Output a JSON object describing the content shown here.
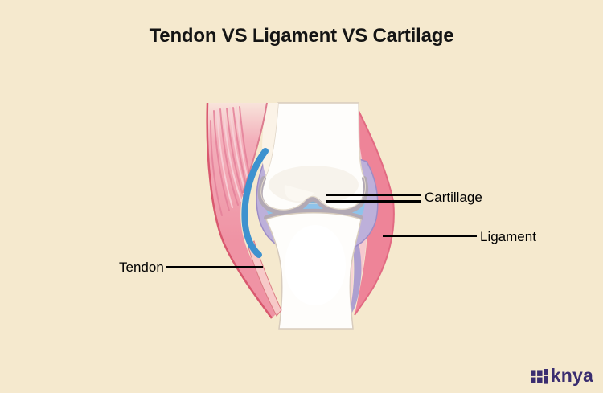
{
  "title": "Tendon VS Ligament VS Cartilage",
  "diagram": {
    "subject": "knee-joint-cross-section",
    "labels": [
      {
        "id": "tendon",
        "text": "Tendon"
      },
      {
        "id": "cartilage",
        "text": "Cartillage"
      },
      {
        "id": "ligament",
        "text": "Ligament"
      }
    ]
  },
  "branding": {
    "logo_text": "knya",
    "logo_icon": "squares-grid-icon"
  },
  "colors": {
    "background": "#F5E9CE",
    "title_text": "#141414",
    "label_text": "#000000",
    "leader_line": "#000000",
    "brand_purple": "#3A2D70",
    "muscle_pink": "#F19DAB",
    "ligament_pink": "#EE8498",
    "capsule_lavender": "#BDB0DA",
    "synovial_blue": "#8FC3EA",
    "tendon_blue": "#3E92CF",
    "bone_white": "#FEFDFB",
    "cartilage_gray": "#ABA2AD"
  }
}
